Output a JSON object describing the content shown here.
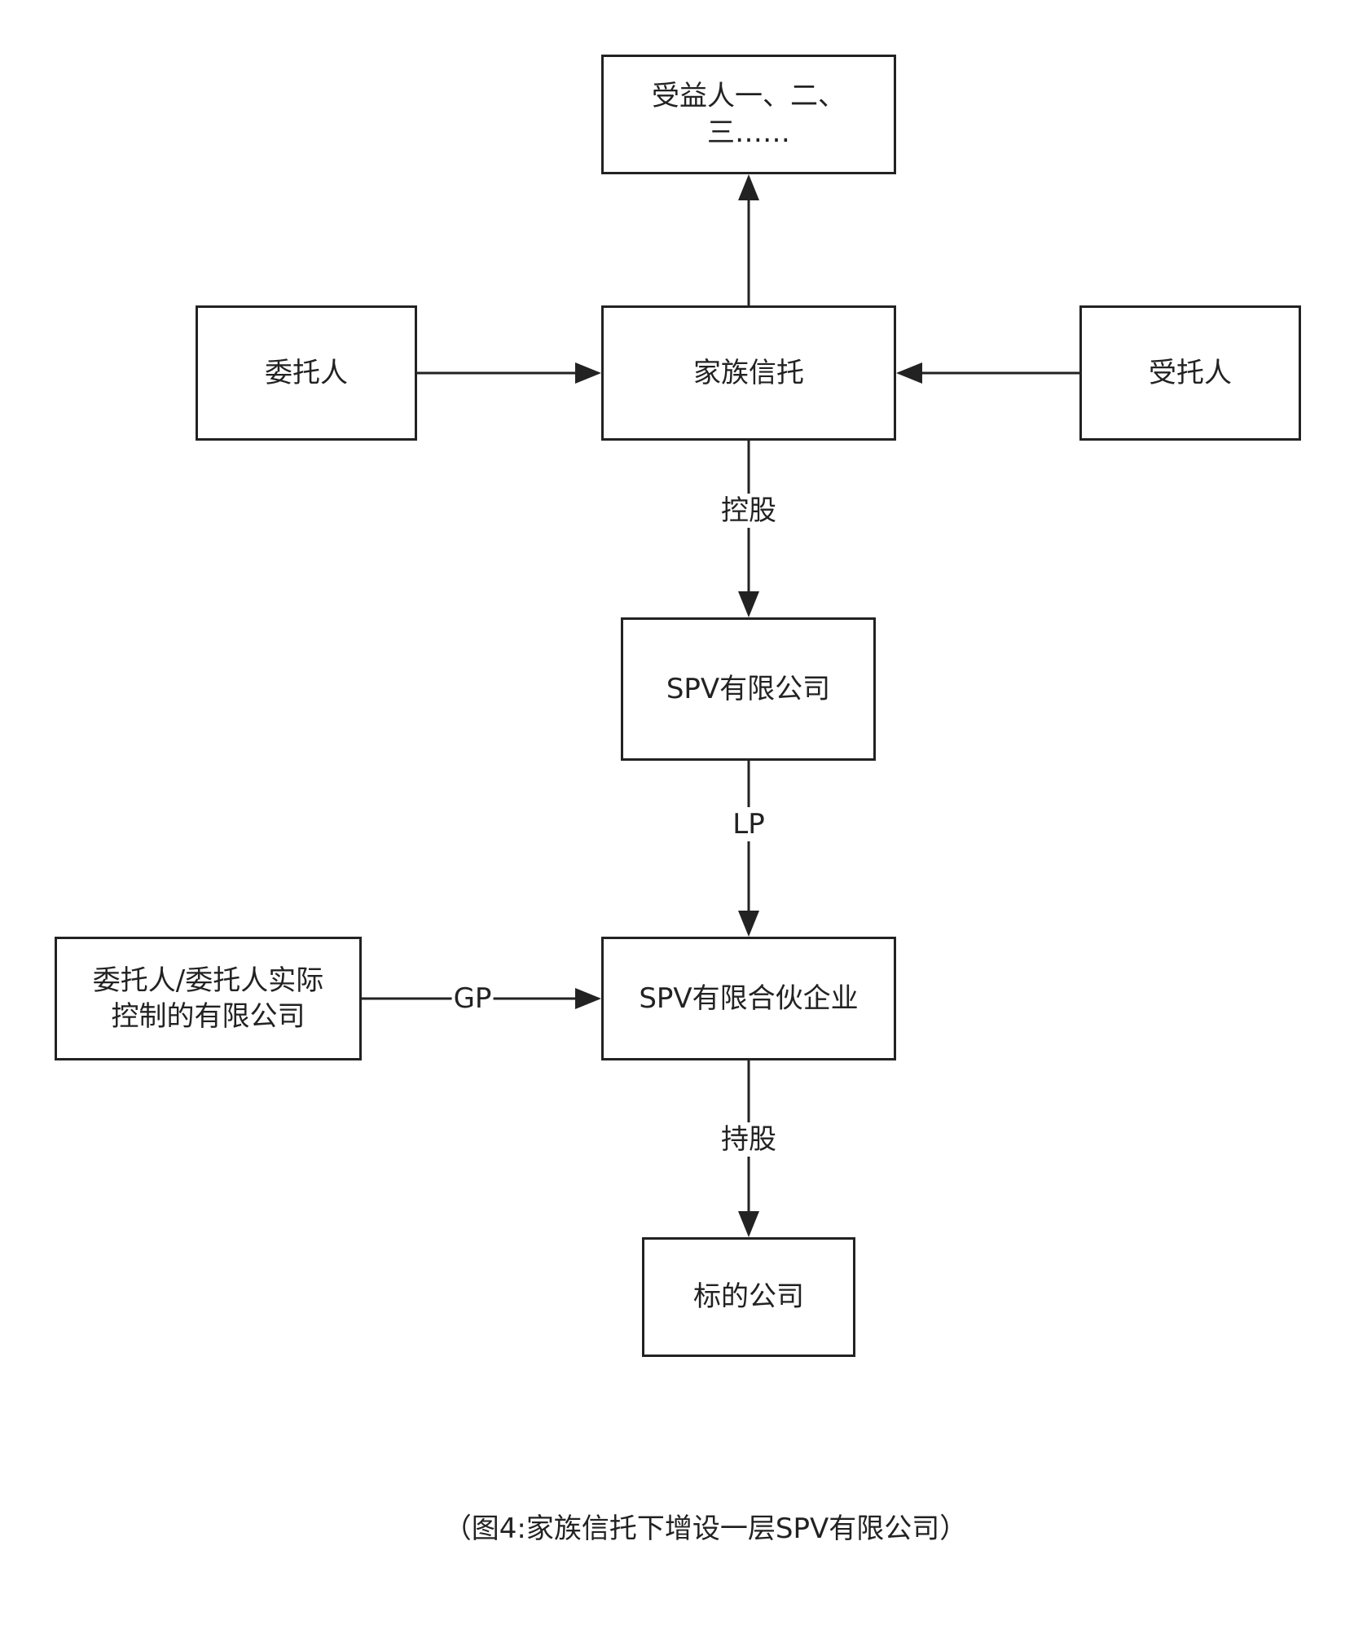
{
  "nodes": {
    "beneficiaries": "受益人一、二、\n三……",
    "settlor": "委托人",
    "family_trust": "家族信托",
    "trustee": "受托人",
    "spv_company": "SPV有限公司",
    "gp_company": "委托人/委托人实际\n控制的有限公司",
    "spv_partnership": "SPV有限合伙企业",
    "target_company": "标的公司"
  },
  "edges": {
    "trust_to_spv": "控股",
    "spv_to_partnership": "LP",
    "gp_to_partnership": "GP",
    "partnership_to_target": "持股"
  },
  "caption": "（图4:家族信托下增设一层SPV有限公司）",
  "colors": {
    "line": "#222222",
    "background": "#ffffff"
  }
}
